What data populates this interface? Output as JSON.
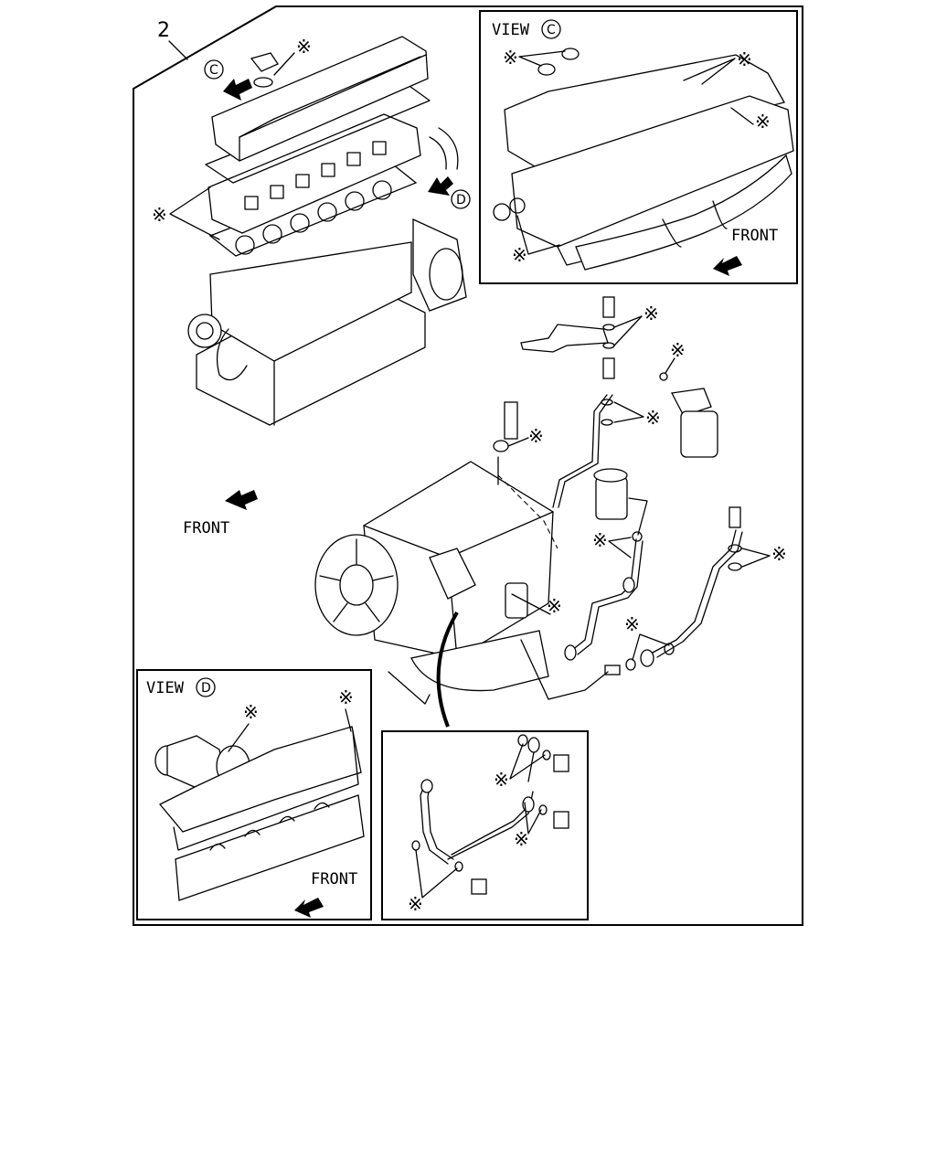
{
  "ref_number": "2",
  "marker": "※",
  "labels": {
    "front": "FRONT",
    "view": "VIEW",
    "view_c_letter": "C",
    "view_d_letter": "D"
  },
  "insets": [
    {
      "id": "view-c",
      "title": "VIEW",
      "letter": "C",
      "front": "FRONT"
    },
    {
      "id": "view-d",
      "title": "VIEW",
      "letter": "D",
      "front": "FRONT"
    }
  ],
  "colors": {
    "ink": "#000000",
    "paper": "#ffffff"
  }
}
